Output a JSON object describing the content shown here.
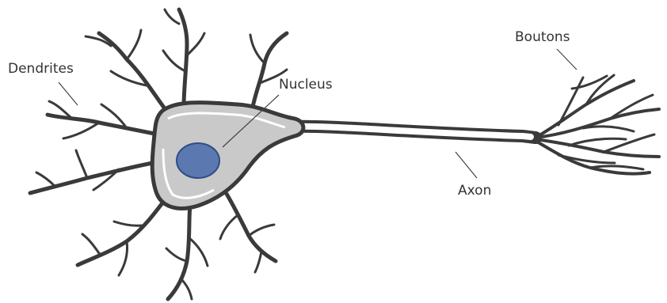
{
  "labels": {
    "dendrites": "Dendrites",
    "nucleus": "Nucleus",
    "axon": "Axon",
    "boutons": "Boutons"
  },
  "colors": {
    "outline": "#3a3a3a",
    "cytoplasm": "#c9c9c9",
    "membrane_highlight": "#ffffff",
    "nucleus_fill": "#5b78b0",
    "nucleus_stroke": "#2f4e86",
    "text": "#333333"
  }
}
